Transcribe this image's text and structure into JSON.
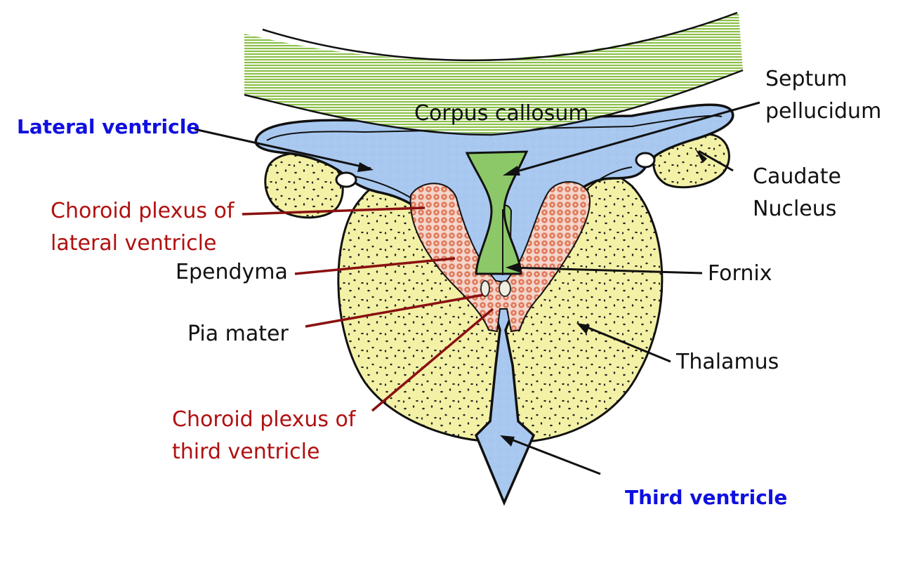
{
  "colors": {
    "label_blue": "#1010e0",
    "label_red": "#b01010",
    "label_black": "#111111",
    "callosum_green": "#8cc04a",
    "septum_green": "#8cc868",
    "ventricle_blue": "#a8c8f0",
    "nucleus_yellow": "#f3f1a6",
    "plexus_red": "#e07a5c",
    "pointer_dark_red": "#8a1010"
  },
  "labels": {
    "corpus_callosum": "Corpus callosum",
    "septum_pellucidum": [
      "Septum",
      "pellucidum"
    ],
    "lateral_ventricle": "Lateral ventricle",
    "caudate_nucleus": [
      "Caudate",
      "Nucleus"
    ],
    "choroid_plexus_lateral": [
      "Choroid plexus of",
      "lateral ventricle"
    ],
    "ependyma": "Ependyma",
    "fornix": "Fornix",
    "pia_mater": "Pia mater",
    "thalamus": "Thalamus",
    "choroid_plexus_third": [
      "Choroid plexus of",
      "third ventricle"
    ],
    "third_ventricle": "Third ventricle"
  }
}
